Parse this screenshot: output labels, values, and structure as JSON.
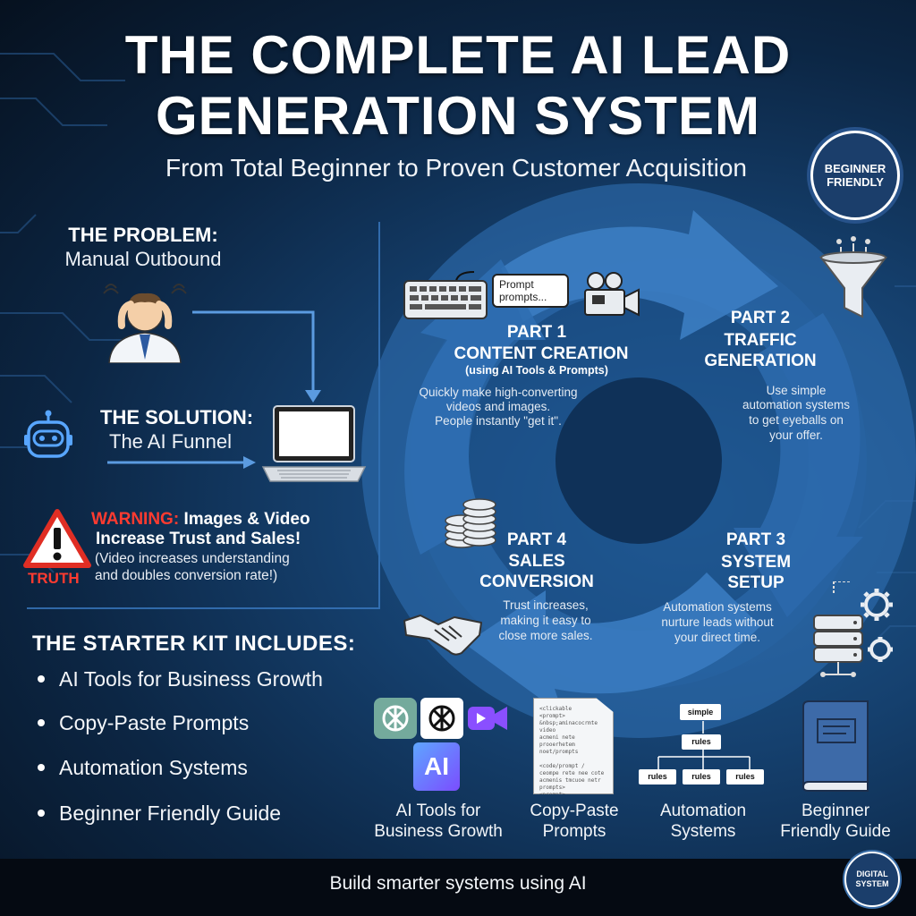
{
  "header": {
    "title_line1": "THE COMPLETE AI LEAD",
    "title_line2": "GENERATION SYSTEM",
    "subtitle": "From Total Beginner to Proven Customer Acquisition"
  },
  "badge": {
    "line1": "BEGINNER",
    "line2": "FRIENDLY"
  },
  "problem": {
    "heading": "THE PROBLEM:",
    "text": "Manual Outbound"
  },
  "solution": {
    "heading": "THE SOLUTION:",
    "text": "The AI Funnel"
  },
  "warning": {
    "label": "WARNING:",
    "line1_rest": "Images & Video",
    "line2": "Increase Trust and Sales!",
    "note1": "(Video increases understanding",
    "note2": "and doubles conversion rate!)",
    "truth_label": "TRUTH"
  },
  "starter_kit": {
    "title": "THE STARTER KIT INCLUDES:",
    "items": [
      "AI Tools for Business Growth",
      "Copy-Paste Prompts",
      "Automation Systems",
      "Beginner Friendly Guide"
    ]
  },
  "prompt_bubble": {
    "line1": "Prompt",
    "line2": "prompts..."
  },
  "parts": [
    {
      "label": "PART 1",
      "title": "CONTENT CREATION",
      "sub": "(using AI Tools & Prompts)",
      "desc1": "Quickly make high-converting",
      "desc2": "videos and images.",
      "desc3": "People instantly \"get it\"."
    },
    {
      "label": "PART 2",
      "title1": "TRAFFIC",
      "title2": "GENERATION",
      "desc1": "Use simple",
      "desc2": "automation systems",
      "desc3": "to get eyeballs on",
      "desc4": "your offer."
    },
    {
      "label": "PART 3",
      "title1": "SYSTEM",
      "title2": "SETUP",
      "desc1": "Automation systems",
      "desc2": "nurture leads without",
      "desc3": "your direct time."
    },
    {
      "label": "PART 4",
      "title1": "SALES",
      "title2": "CONVERSION",
      "desc1": "Trust increases,",
      "desc2": "making it easy to",
      "desc3": "close more sales."
    }
  ],
  "tools": [
    {
      "cap1": "AI Tools for",
      "cap2": "Business Growth"
    },
    {
      "cap1": "Copy-Paste",
      "cap2": "Prompts"
    },
    {
      "cap1": "Automation",
      "cap2": "Systems"
    },
    {
      "cap1": "Beginner",
      "cap2": "Friendly Guide"
    }
  ],
  "ai_icon_label": "AI",
  "flow": {
    "top": "simple",
    "mid": "rules",
    "b1": "rules",
    "b2": "rules",
    "b3": "rules"
  },
  "doc_lines": [
    "<clickable",
    "<prompt>",
    "   &nbsp;aminacocrmte video",
    "   acmeni nete",
    "   prooerhetem noet/prompts",
    "",
    "<code/prompt /",
    "   ceompe rete nee cote",
    "   acmenis tmcuoe netr",
    "   prompts>",
    "<prompt>"
  ],
  "footer": {
    "text": "Build smarter systems using AI"
  },
  "corner_badge": {
    "line1": "DIGITAL",
    "line2": "SYSTEM"
  },
  "colors": {
    "warning_red": "#ff3b30",
    "navy": "#0c2644",
    "ring_blue": "#2f6eb1"
  }
}
